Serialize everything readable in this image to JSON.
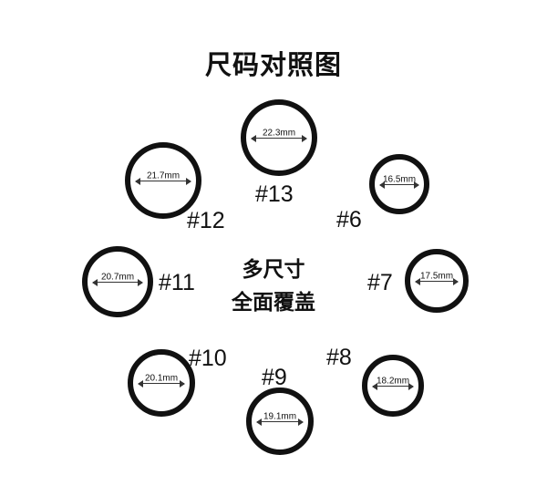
{
  "title": "尺码对照图",
  "center": {
    "line1": "多尺寸",
    "line2": "全面覆盖"
  },
  "sizes": [
    {
      "label": "#13",
      "diameter": "22.3mm"
    },
    {
      "label": "#12",
      "diameter": "21.7mm"
    },
    {
      "label": "#6",
      "diameter": "16.5mm"
    },
    {
      "label": "#11",
      "diameter": "20.7mm"
    },
    {
      "label": "#7",
      "diameter": "17.5mm"
    },
    {
      "label": "#10",
      "diameter": "20.1mm"
    },
    {
      "label": "#8",
      "diameter": "18.2mm"
    },
    {
      "label": "#9",
      "diameter": "19.1mm"
    }
  ]
}
